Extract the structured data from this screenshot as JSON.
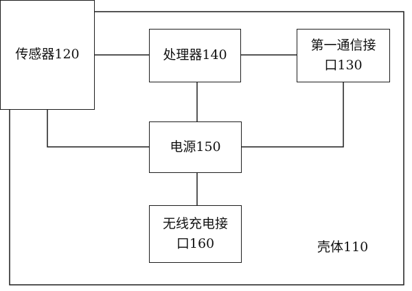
{
  "diagram": {
    "shell_label": "壳体110",
    "nodes": {
      "sensor": {
        "lines": [
          "传感器120"
        ]
      },
      "processor": {
        "lines": [
          "处理器140"
        ]
      },
      "comm_interface": {
        "lines": [
          "第一通信接",
          "口130"
        ]
      },
      "power": {
        "lines": [
          "电源150"
        ]
      },
      "wireless_charging": {
        "lines": [
          "无线充电接",
          "口160"
        ]
      }
    },
    "edges": [
      {
        "from": "sensor",
        "to": "processor"
      },
      {
        "from": "processor",
        "to": "comm_interface"
      },
      {
        "from": "processor",
        "to": "power"
      },
      {
        "from": "sensor",
        "to": "power"
      },
      {
        "from": "comm_interface",
        "to": "power"
      },
      {
        "from": "power",
        "to": "wireless_charging"
      }
    ]
  }
}
